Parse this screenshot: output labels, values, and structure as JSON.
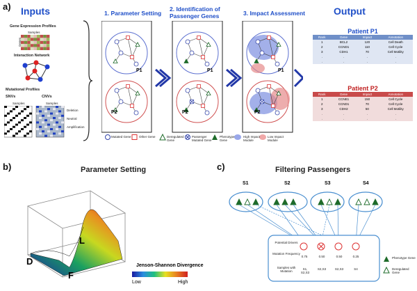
{
  "panel_a": {
    "letter": "a)",
    "inputs_title": "Inputs",
    "gene_expression": "Gene Expression Profiles",
    "samples": "Samples",
    "genes": "Genes",
    "interaction_network": "Interaction Network",
    "mutational_profiles": "Mutational Profiles",
    "snvs": "SNVs",
    "cnvs": "CNVs",
    "cnv_samples_left": "Samples",
    "cnv_samples_right": "Samples",
    "cnv_legend": [
      "Deletion",
      "Neutral",
      "Amplification"
    ],
    "steps": [
      "1. Parameter Setting",
      "2. Identification of Passenger Genes",
      "3. Impact Assessment"
    ],
    "p1": "P1",
    "p2": "P2",
    "legend": [
      "Mutated Gene",
      "Other Gene",
      "Deregulated Gene",
      "Passenger Mutated Gene",
      "Phenotype Gene",
      "High Impact Module",
      "Low Impact Module"
    ],
    "output_title": "Output",
    "patient1": {
      "title": "Patient P1",
      "headers": [
        "Rank",
        "Gene",
        "Impact",
        "Annotation"
      ],
      "rows": [
        [
          "1",
          "BCL2",
          "120",
          "Cell Death"
        ],
        [
          "2",
          "CCND1",
          "110",
          "Cell Cycle"
        ],
        [
          "3",
          "CDH1",
          "70",
          "Cell Motility"
        ],
        [
          ".",
          ".",
          ".",
          "."
        ],
        [
          ".",
          ".",
          ".",
          "."
        ]
      ]
    },
    "patient2": {
      "title": "Patient P2",
      "headers": [
        "Rank",
        "Gene",
        "Impact",
        "Annotation"
      ],
      "rows": [
        [
          "1",
          "CCNE1",
          "150",
          "Cell Cycle"
        ],
        [
          "2",
          "CCND1",
          "70",
          "Cell Cycle"
        ],
        [
          "3",
          "CDH2",
          "50",
          "Cell Motility"
        ],
        [
          ".",
          ".",
          ".",
          "."
        ],
        [
          ".",
          ".",
          ".",
          "."
        ]
      ]
    }
  },
  "panel_b": {
    "letter": "b)",
    "title": "Parameter Setting",
    "label_l": "L",
    "label_d": "D",
    "label_f": "F",
    "colorbar_title": "Jenson-Shannon Divergence",
    "low": "Low",
    "high": "High"
  },
  "panel_c": {
    "letter": "c)",
    "title": "Filtering Passengers",
    "samples": [
      "S1",
      "S2",
      "S3",
      "S4"
    ],
    "row_labels": [
      "Potential Drivers",
      "Mutation Frequency",
      "Samples with Mutation"
    ],
    "frequencies": [
      "0.75",
      "0.50",
      "0.50",
      "0.25"
    ],
    "samples_with_mutation": [
      "S1, S2,S3",
      "S2,S3",
      "S2,S3",
      "S4"
    ],
    "legend": [
      "Phenotype Gene",
      "Deregulated Gene"
    ]
  },
  "colors": {
    "accent_blue": "#1f4fc8",
    "module_blue": "#7c8fe0",
    "module_red": "#e58a8a",
    "node_green": "#1e6b2a"
  }
}
